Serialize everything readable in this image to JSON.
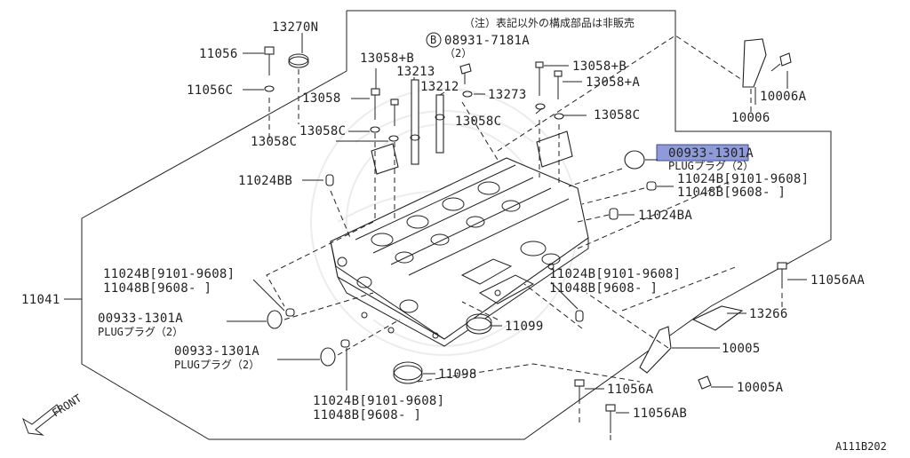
{
  "note": "（注）表記以外の構成部品は非販売",
  "circle_b": "B",
  "diagram_code": "A111B202",
  "front_label": "FRONT",
  "highlight_color": "#8f9bd8",
  "labels": {
    "l_13270N": "13270N",
    "l_11056": "11056",
    "l_11056C": "11056C",
    "l_08931": "08931-7181A",
    "l_08931_qty": "（2）",
    "l_13058B_a": "13058+B",
    "l_13213": "13213",
    "l_13212": "13212",
    "l_13058": "13058",
    "l_13273": "13273",
    "l_13058B_b": "13058+B",
    "l_13058A": "13058+A",
    "l_13058C_a": "13058C",
    "l_13058C_b": "13058C",
    "l_13058C_c": "13058C",
    "l_13058C_d": "13058C",
    "l_10006A": "10006A",
    "l_10006": "10006",
    "l_00933_hl": "00933-1301A",
    "l_plug_a": "PLUGプラグ（2）",
    "l_11024BB": "11024BB",
    "l_11024B_r1": "11024B[9101-9608]",
    "l_11048B_r1": "11048B[9608-    ]",
    "l_11024BA": "11024BA",
    "l_11041": "11041",
    "l_11024B_l": "11024B[9101-9608]",
    "l_11048B_l": "11048B[9608-    ]",
    "l_00933_b": "00933-1301A",
    "l_plug_b": "PLUGプラグ（2）",
    "l_00933_c": "00933-1301A",
    "l_plug_c": "PLUGプラグ（2）",
    "l_11024B_m": "11024B[9101-9608]",
    "l_11048B_m": "11048B[9608-    ]",
    "l_11056AA": "11056AA",
    "l_13266": "13266",
    "l_11099": "11099",
    "l_10005": "10005",
    "l_11098": "11098",
    "l_11056A": "11056A",
    "l_10005A": "10005A",
    "l_11024B_b": "11024B[9101-9608]",
    "l_11048B_b": "11048B[9608-    ]",
    "l_11056AB": "11056AB"
  }
}
